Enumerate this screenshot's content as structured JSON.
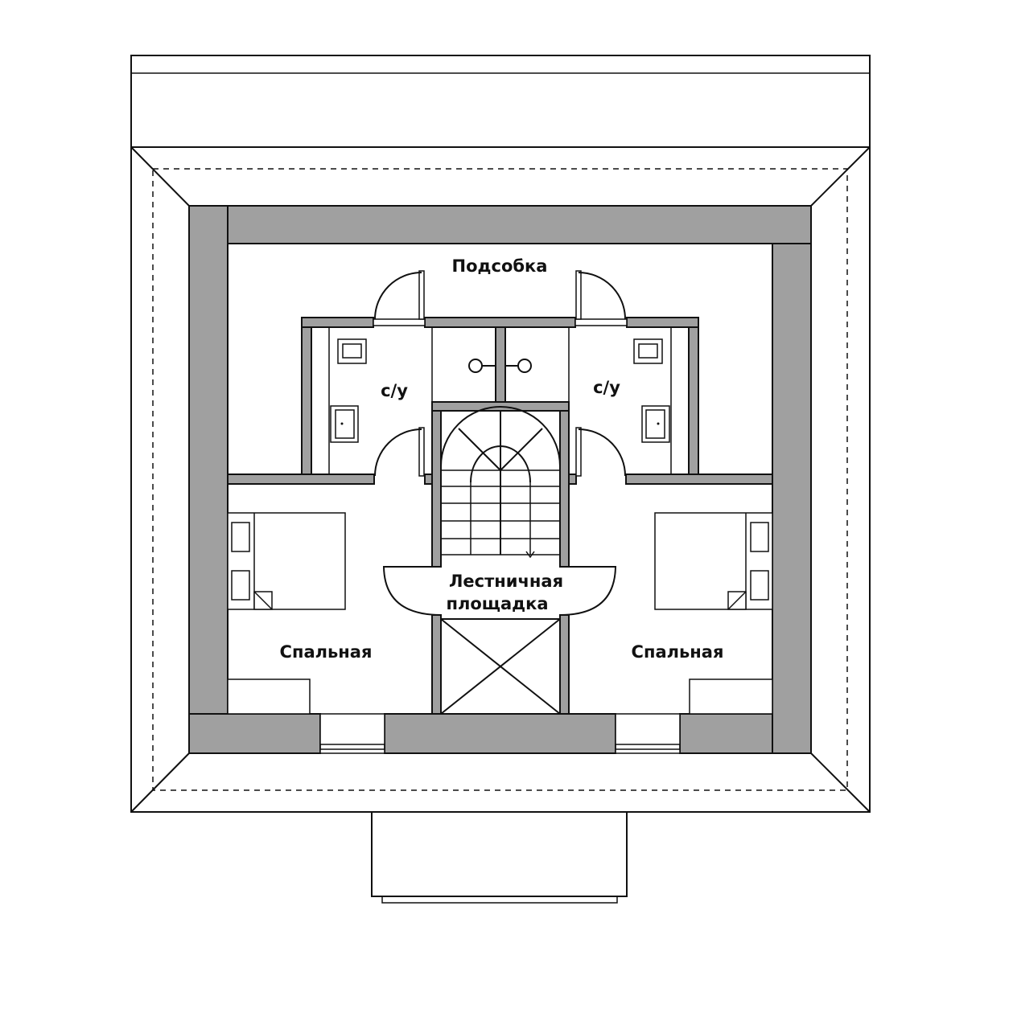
{
  "rooms": {
    "storage": "Подсобка",
    "bathroom_left": "с/у",
    "bathroom_right": "с/у",
    "landing_line1": "Лестничная",
    "landing_line2": "площадка",
    "bedroom_left": "Спальная",
    "bedroom_right": "Спальная"
  },
  "colors": {
    "wall": "#a0a0a0",
    "line": "#111111"
  }
}
